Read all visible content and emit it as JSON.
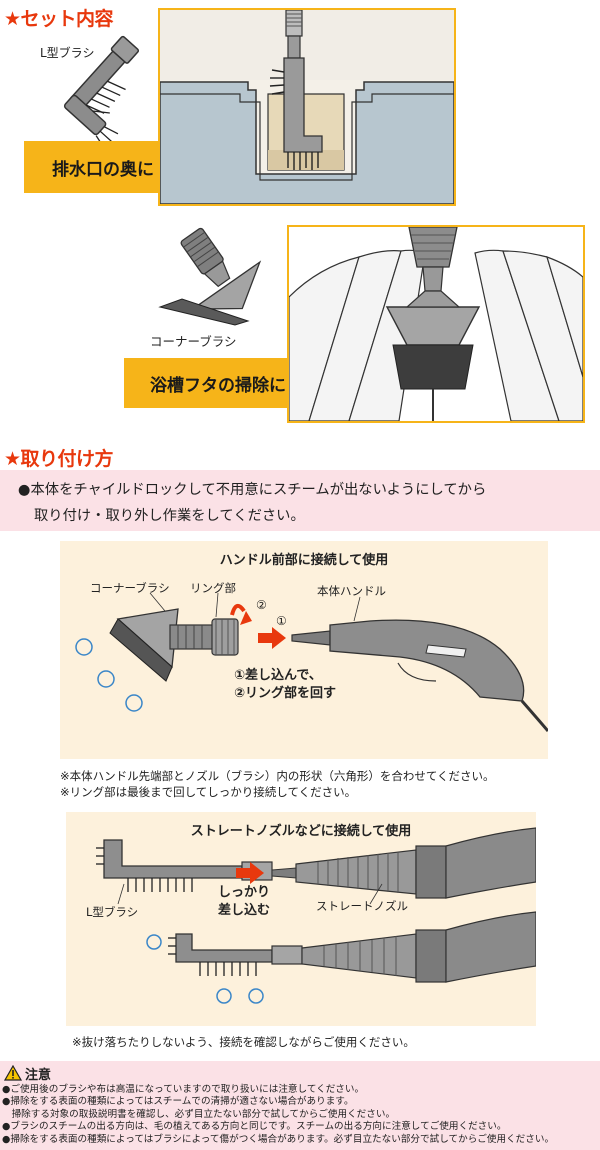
{
  "set_section": {
    "heading": "★セット内容",
    "items": [
      {
        "name": "L型ブラシ",
        "caption": "排水口の奥に"
      },
      {
        "name": "コーナーブラシ",
        "caption": "浴槽フタの掃除に"
      }
    ]
  },
  "attach_section": {
    "heading": "★取り付け方",
    "warning_line1": "●本体をチャイルドロックして不用意にスチームが出ないようにしてから",
    "warning_line2": "取り付け・取り外し作業をしてください。",
    "panel1": {
      "title": "ハンドル前部に接続して使用",
      "label_brush": "コーナーブラシ",
      "label_ring": "リング部",
      "label_handle": "本体ハンドル",
      "step1": "①",
      "step2": "②",
      "instruction1": "①差し込んで、",
      "instruction2": "②リング部を回す"
    },
    "note1_line1": "※本体ハンドル先端部とノズル（ブラシ）内の形状（六角形）を合わせてください。",
    "note1_line2": "※リング部は最後まで回してしっかり接続してください。",
    "panel2": {
      "title": "ストレートノズルなどに接続して使用",
      "label_brush": "L型ブラシ",
      "instruction1": "しっかり",
      "instruction2": "差し込む",
      "label_nozzle": "ストレートノズル"
    },
    "note2": "※抜け落ちたりしないよう、接続を確認しながらご使用ください。"
  },
  "caution": {
    "title": "注意",
    "lines": [
      "●ご使用後のブラシや布は高温になっていますので取り扱いには注意してください。",
      "●掃除をする表面の種類によってはスチームでの清掃が適さない場合があります。",
      "　掃除する対象の取扱説明書を確認し、必ず目立たない部分で試してからご使用ください。",
      "●ブラシのスチームの出る方向は、毛の植えてある方向と同じです。スチームの出る方向に注意してご使用ください。",
      "●掃除をする表面の種類によってはブラシによって傷がつく場合があります。必ず目立たない部分で試してからご使用ください。"
    ]
  },
  "colors": {
    "accent": "#e8380d",
    "label_bg": "#f6b419",
    "pink": "#fbe1e6",
    "beige": "#fdf1dc"
  }
}
